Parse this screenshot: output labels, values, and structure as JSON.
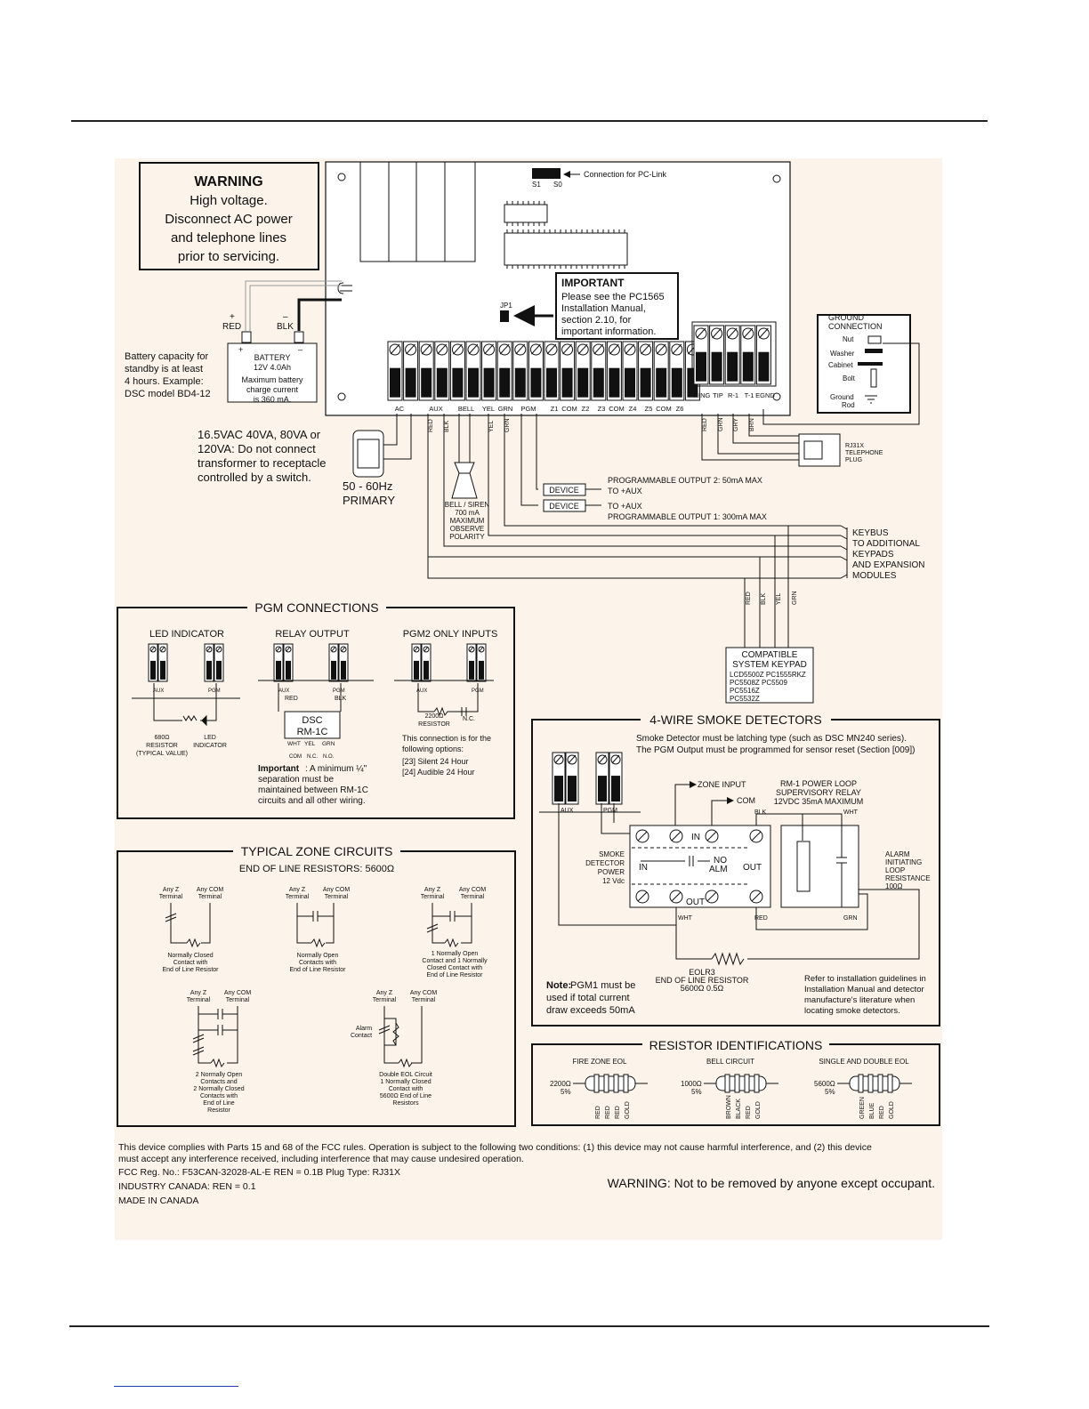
{
  "warning_box": {
    "title": "WARNING",
    "lines": [
      "High voltage.",
      "Disconnect AC power",
      "and telephone lines",
      "prior to servicing."
    ]
  },
  "pc_link_label": "Connection for PC-Link",
  "pc_link_pins": [
    "S1",
    "S0"
  ],
  "jp1_label": "JP1",
  "important": {
    "title": "IMPORTANT",
    "lines": [
      "Please see the PC1565",
      "Installation Manual,",
      "section 2.10, for",
      "important information."
    ]
  },
  "battery": {
    "plus": "+",
    "minus": "–",
    "red": "RED",
    "blk": "BLK",
    "box_lines": [
      "BATTERY",
      "12V  4.0Ah",
      "Maximum battery",
      "charge current",
      "is 360 mA."
    ],
    "note": [
      "Battery capacity for",
      "standby is at least",
      "4 hours. Example:",
      "DSC model BD4-12"
    ]
  },
  "terminals": {
    "ac": "AC",
    "aux": "AUX",
    "bell": "BELL",
    "yel": "YEL",
    "grn": "GRN",
    "pgm": "PGM",
    "z1": "Z1",
    "com1": "COM",
    "z2": "Z2",
    "z3": "Z3",
    "com2": "COM",
    "z4": "Z4",
    "z5": "Z5",
    "com3": "COM",
    "z6": "Z6",
    "phone": [
      "RING",
      "TIP",
      "R-1",
      "T-1",
      "EGND"
    ]
  },
  "ground": {
    "title": [
      "GROUND",
      "CONNECTION"
    ],
    "nut": "Nut",
    "washer": "Washer",
    "cabinet": "Cabinet",
    "bolt": "Bolt",
    "rod": [
      "Ground",
      "Rod"
    ]
  },
  "phone_wires": [
    "RED",
    "GRN",
    "GRY",
    "BRN"
  ],
  "rj31x": [
    "RJ31X",
    "TELEPHONE",
    "PLUG"
  ],
  "transformer_note": [
    "16.5VAC 40VA, 80VA or",
    "120VA: Do not connect",
    "transformer to receptacle",
    "controlled by a switch."
  ],
  "primary": [
    "50 - 60Hz",
    "PRIMARY"
  ],
  "wire_labels": [
    "RED",
    "BLK",
    "YEL",
    "GRN"
  ],
  "bell_note": [
    "BELL / SIREN",
    "700 mA",
    "MAXIMUM",
    "OBSERVE",
    "POLARITY"
  ],
  "device_label": "DEVICE",
  "pgm2_output": "PROGRAMMABLE OUTPUT 2: 50mA MAX",
  "to_aux": "TO +AUX",
  "pgm1_output": "PROGRAMMABLE OUTPUT 1: 300mA MAX",
  "keybus": [
    "KEYBUS",
    "TO ADDITIONAL",
    "KEYPADS",
    "AND EXPANSION",
    "MODULES"
  ],
  "keypad": {
    "title": [
      "COMPATIBLE",
      "SYSTEM KEYPAD"
    ],
    "models": [
      "LCD5500Z  PC1555RKZ",
      "PC5508Z    PC5509",
      "PC5516Z",
      "PC5532Z"
    ]
  },
  "pgm_connections": {
    "title": "PGM CONNECTIONS",
    "led_title": "LED INDICATOR",
    "relay_title": "RELAY OUTPUT",
    "inputs_title": "PGM2 ONLY INPUTS",
    "aux": "AUX",
    "pgm": "PGM",
    "resistor_680": [
      "680Ω",
      "RESISTOR",
      "(TYPICAL VALUE)"
    ],
    "led_label": [
      "LED",
      "INDICATOR"
    ],
    "red": "RED",
    "blk": "BLK",
    "rm1c": [
      "DSC",
      "RM-1C"
    ],
    "rm1c_pins": [
      "WHT",
      "YEL",
      "GRN"
    ],
    "rm1c_pin_names": [
      "COM",
      "N.C.",
      "N.O."
    ],
    "resistor_2200": [
      "2200Ω",
      "RESISTOR"
    ],
    "nc": "N.C.",
    "important_bold": "Important",
    "important_text": [
      ": A minimum ¼\"",
      "separation must be",
      "maintained between RM-1C",
      "circuits and all other wiring."
    ],
    "options": [
      "This connection is for the",
      "following options:",
      "[23] Silent 24 Hour",
      "[24] Audible 24 Hour"
    ]
  },
  "zone_circuits": {
    "title": "TYPICAL ZONE CIRCUITS",
    "subtitle": "END OF LINE RESISTORS: 5600Ω",
    "any_z": [
      "Any Z",
      "Terminal"
    ],
    "any_com": [
      "Any COM",
      "Terminal"
    ],
    "captions": [
      [
        "Normally Closed",
        "Contact with",
        "End of Line Resistor"
      ],
      [
        "Normally Open",
        "Contacts with",
        "End of Line Resistor"
      ],
      [
        "1 Normally Open",
        "Contact and 1 Normally",
        "Closed Contact with",
        "End of Line Resistor"
      ],
      [
        "2 Normally Open",
        "Contacts and",
        "2 Normally Closed",
        "Contacts with",
        "End of Line",
        "Resistor"
      ],
      [
        "Double EOL Circuit",
        "1 Normally Closed",
        "Contact with",
        "5600Ω End of Line",
        "Resistors"
      ]
    ],
    "alarm_contact": [
      "Alarm",
      "Contact"
    ]
  },
  "smoke": {
    "title": "4-WIRE SMOKE DETECTORS",
    "intro": [
      "Smoke Detector must be latching type (such as DSC MN240 series).",
      "The PGM Output must be programmed for sensor reset (Section [009])"
    ],
    "zone_input": "ZONE INPUT",
    "com": "COM",
    "relay": [
      "RM-1 POWER LOOP",
      "SUPERVISORY RELAY",
      "12VDC 35mA MAXIMUM"
    ],
    "blk": "BLK",
    "wht": "WHT",
    "red": "RED",
    "grn": "GRN",
    "power": [
      "SMOKE",
      "DETECTOR",
      "POWER",
      "12 Vdc"
    ],
    "in": "IN",
    "out": "OUT",
    "no_alm": [
      "NO",
      "ALM"
    ],
    "alarm_loop": [
      "ALARM",
      "INITIATING",
      "LOOP",
      "RESISTANCE",
      "100Ω"
    ],
    "eolr": [
      "EOLR3",
      "END OF LINE RESISTOR",
      "5600Ω 0.5Ω"
    ],
    "note_bold": "Note:",
    "note_text": [
      " PGM1 must be",
      "used if total current",
      "draw exceeds 50mA"
    ],
    "refer": [
      "Refer to installation guidelines in",
      "Installation Manual and detector",
      "manufacture's literature when",
      "locating smoke detectors."
    ]
  },
  "resistor_id": {
    "title": "RESISTOR IDENTIFICATIONS",
    "groups": [
      {
        "title": "FIRE ZONE EOL",
        "value": "2200Ω",
        "tol": "5%",
        "bands": [
          "RED",
          "RED",
          "RED",
          "GOLD"
        ]
      },
      {
        "title": "BELL CIRCUIT",
        "value": "1000Ω",
        "tol": "5%",
        "bands": [
          "BROWN",
          "BLACK",
          "RED",
          "GOLD"
        ]
      },
      {
        "title": "SINGLE AND DOUBLE EOL",
        "value": "5600Ω",
        "tol": "5%",
        "bands": [
          "GREEN",
          "BLUE",
          "RED",
          "GOLD"
        ]
      }
    ]
  },
  "footer": {
    "fcc1": "This device complies with Parts 15 and 68 of the FCC rules. Operation is subject to the following two conditions: (1) this device may not cause harmful interference, and (2) this device",
    "fcc2": "must accept any interference received, including interference that may cause undesired operation.",
    "reg": "FCC Reg. No.: F53CAN-32028-AL-E    REN = 0.1B    Plug Type: RJ31X",
    "ic": "INDUSTRY CANADA: REN = 0.1",
    "made": "MADE IN CANADA",
    "warning": "WARNING: Not to be removed by anyone except occupant."
  }
}
